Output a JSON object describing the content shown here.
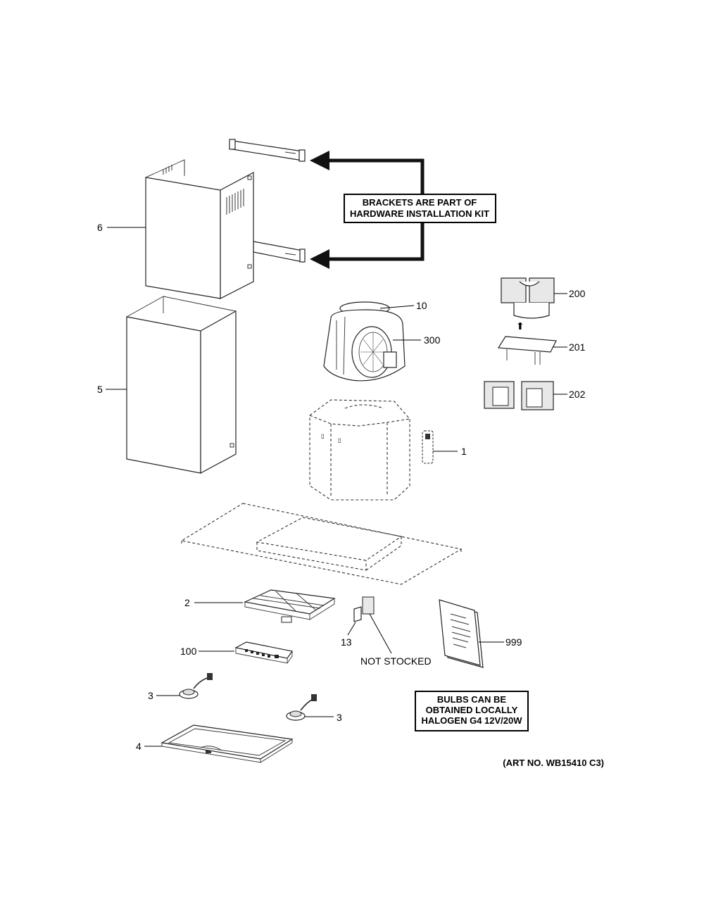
{
  "callouts": {
    "c6": "6",
    "c5": "5",
    "c10": "10",
    "c300": "300",
    "c200": "200",
    "c201": "201",
    "c202": "202",
    "c1": "1",
    "c2": "2",
    "c100": "100",
    "c13": "13",
    "c999": "999",
    "c3a": "3",
    "c3b": "3",
    "c4": "4"
  },
  "notes": {
    "brackets_line1": "BRACKETS ARE PART OF",
    "brackets_line2": "HARDWARE INSTALLATION KIT",
    "not_stocked": "NOT STOCKED",
    "bulbs_line1": "BULBS CAN BE",
    "bulbs_line2": "OBTAINED LOCALLY",
    "bulbs_line3": "HALOGEN G4 12V/20W",
    "art_no": "(ART NO. WB15410 C3)"
  }
}
